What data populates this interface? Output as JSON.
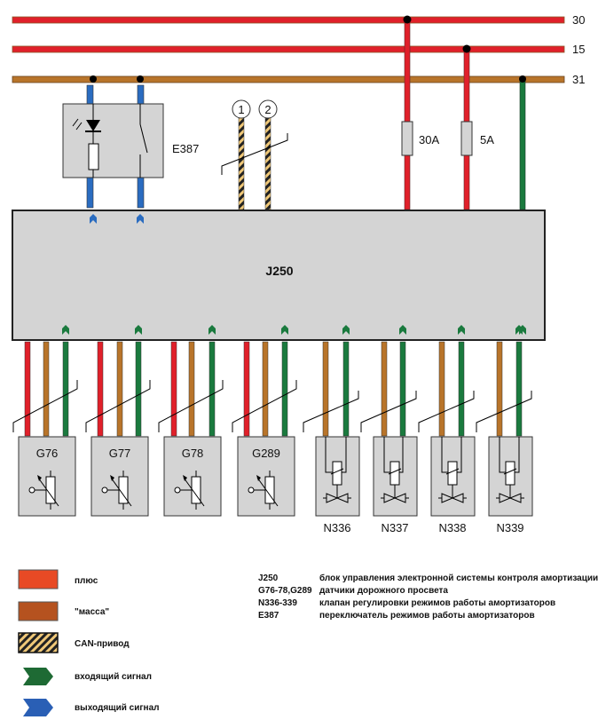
{
  "buses": [
    {
      "label": "30",
      "color": "#e0202a"
    },
    {
      "label": "15",
      "color": "#e0202a"
    },
    {
      "label": "31",
      "color": "#b8742a"
    }
  ],
  "switch_unit": {
    "label": "E387"
  },
  "can_markers": [
    "1",
    "2"
  ],
  "fuses": [
    "30A",
    "5A"
  ],
  "control_unit": {
    "label": "J250"
  },
  "sensors": [
    "G76",
    "G77",
    "G78",
    "G289"
  ],
  "valves": [
    "N336",
    "N337",
    "N338",
    "N339"
  ],
  "colors": {
    "plus": "#e0202a",
    "ground": "#b8742a",
    "signal_in": "#1a7a3e",
    "signal_out": "#2a6cc0",
    "box": "#d4d4d4"
  },
  "legend": [
    {
      "label": "плюс",
      "swatch": "#e84a25"
    },
    {
      "label": "\"масса\"",
      "swatch": "#b5521f"
    },
    {
      "label": "CAN-привод",
      "swatch": "can-stripes"
    },
    {
      "label": "входящий сигнал",
      "swatch": "green-arrow-icon"
    },
    {
      "label": "выходящий сигнал",
      "swatch": "blue-arrow-icon"
    }
  ],
  "designations": [
    {
      "code": "J250",
      "text": "блок управления электронной системы контроля  амортизации"
    },
    {
      "code": "G76-78,G289",
      "text": "датчики дорожного просвета"
    },
    {
      "code": "N336-339",
      "text": "клапан регулировки режимов работы амортизаторов"
    },
    {
      "code": "E387",
      "text": "переключатель режимов работы амортизаторов"
    }
  ]
}
